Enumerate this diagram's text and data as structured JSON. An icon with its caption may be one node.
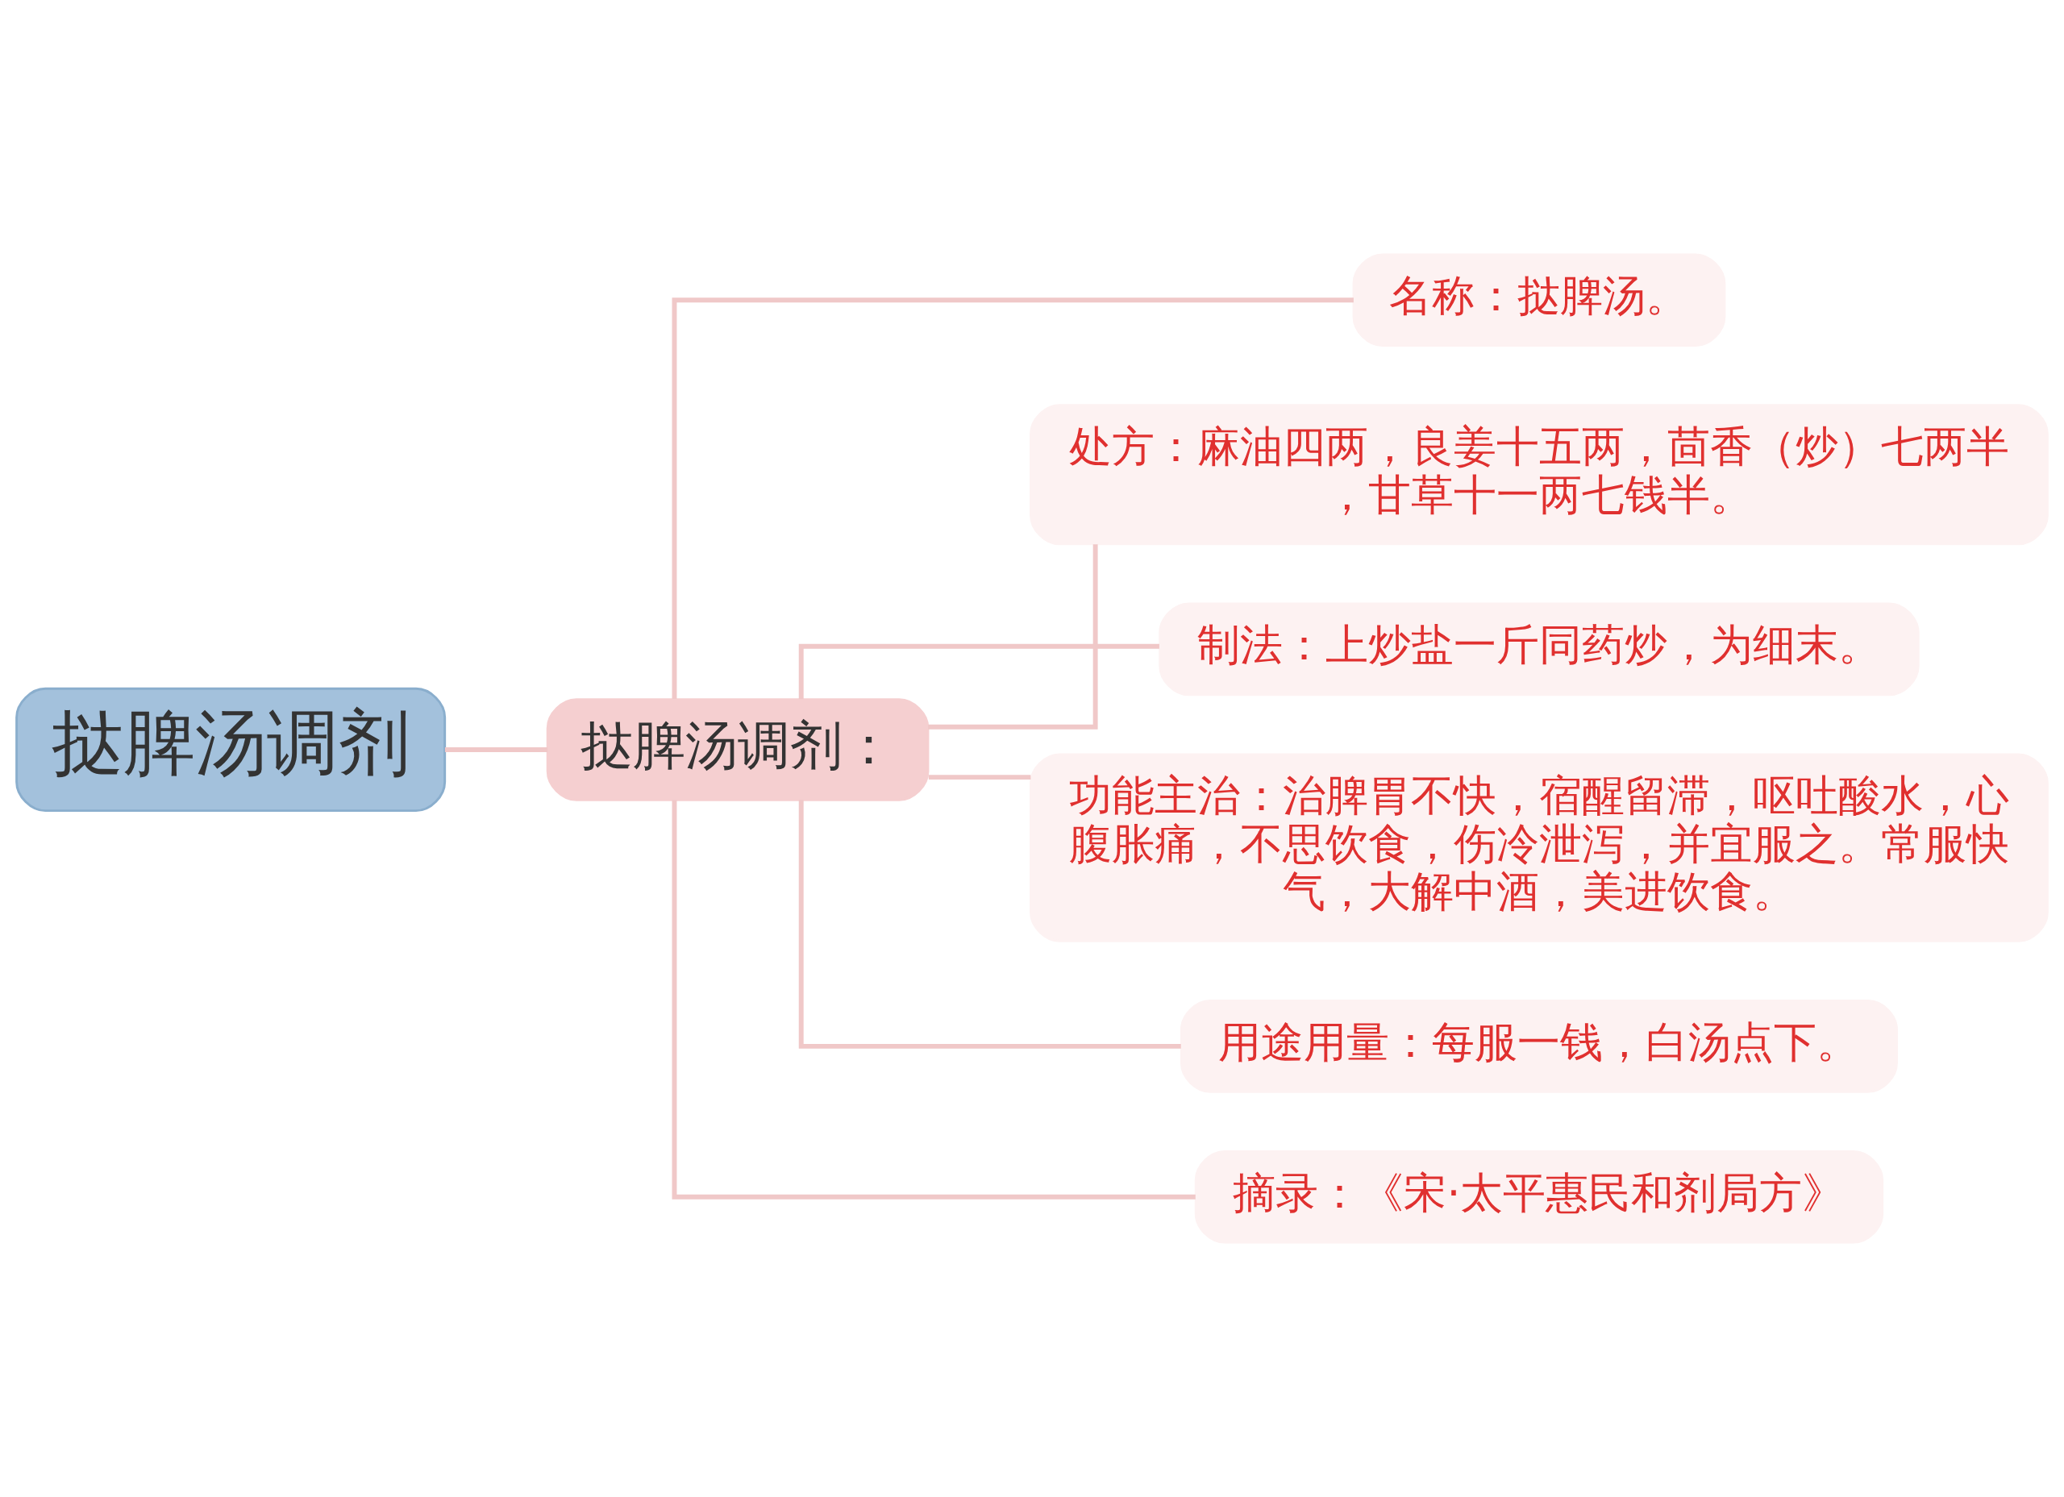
{
  "diagram": {
    "nodes": [
      {
        "text": [
          "挞脾汤调剂"
        ]
      },
      {
        "text": [
          "挞脾汤调剂："
        ]
      },
      {
        "text": [
          "名称：挞脾汤。"
        ]
      },
      {
        "text": [
          "处方：麻油四两，良姜十五两，茴香（炒）七两半，甘草十一两七钱半。"
        ]
      },
      {
        "text": [
          "制法：上炒盐一斤同药炒，为细末。"
        ]
      },
      {
        "text": [
          "功能主治：治脾胃不快，宿醒留滞，呕吐酸水，心腹胀痛，不思饮食，伤冷泄泻，并宜服之。常服快气，大解中酒，美进饮食。"
        ]
      },
      {
        "text": [
          "用途用量：每服一钱，白汤点下。"
        ]
      },
      {
        "text": [
          "摘录：《宋·太平惠民和剂局方》"
        ]
      }
    ],
    "edges": [
      {
        "from": 0,
        "to": 1,
        "arrow": "none"
      },
      {
        "from": 1,
        "to": 2,
        "arrow": "none"
      },
      {
        "from": 1,
        "to": 3,
        "arrow": "none"
      },
      {
        "from": 1,
        "to": 4,
        "arrow": "none"
      },
      {
        "from": 1,
        "to": 5,
        "arrow": "none"
      },
      {
        "from": 1,
        "to": 6,
        "arrow": "none"
      },
      {
        "from": 1,
        "to": 7,
        "arrow": "none"
      }
    ]
  }
}
